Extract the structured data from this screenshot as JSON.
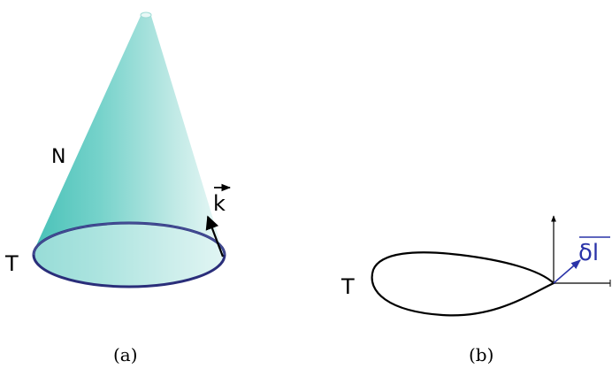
{
  "panel_a": {
    "caption": "(a)",
    "label_n": "N",
    "label_t": "T",
    "label_k": "k",
    "colors": {
      "cone_fill": "#5cc9c0",
      "cone_light": "#d7f1ef",
      "base_rim": "#2a2e7a",
      "arrow": "#000000"
    }
  },
  "panel_b": {
    "caption": "(b)",
    "label_t": "T",
    "label_delta": "δl",
    "colors": {
      "loop": "#000000",
      "delta_arrow": "#2a33a8",
      "axes": "#000000"
    }
  }
}
